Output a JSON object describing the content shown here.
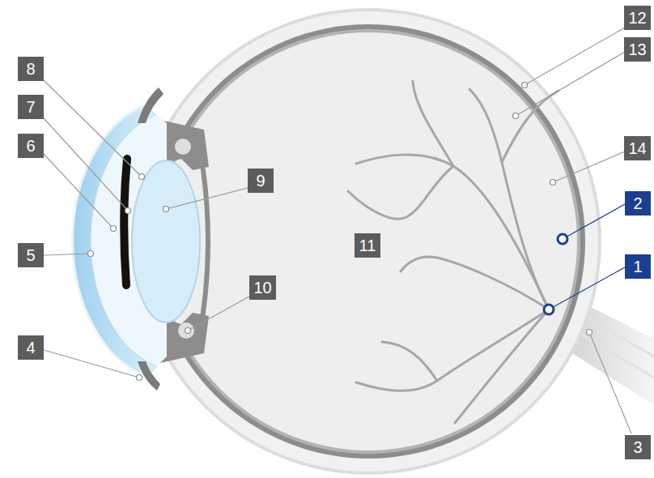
{
  "diagram": {
    "labels": [
      "12",
      "8",
      "13",
      "14",
      "7",
      "9",
      "6",
      "2",
      "11",
      "5",
      "1",
      "10",
      "4",
      "3"
    ]
  }
}
